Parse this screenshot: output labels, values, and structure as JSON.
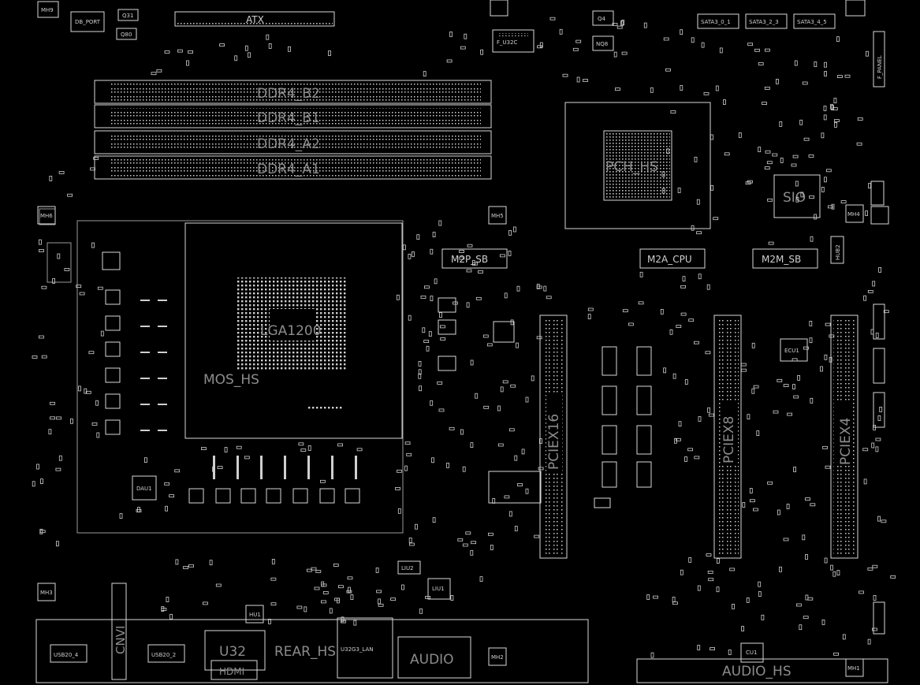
{
  "labels": {
    "atx": "ATX",
    "ddr4_b2": "DDR4_B2",
    "ddr4_b1": "DDR4_B1",
    "ddr4_a2": "DDR4_A2",
    "ddr4_a1": "DDR4_A1",
    "pch_hs": "PCH_HS",
    "sio": "SIO",
    "m2p_sb": "M2P_SB",
    "m2a_cpu": "M2A_CPU",
    "m2m_sb": "M2M_SB",
    "lga": "LGA1200",
    "mos_hs": "MOS_HS",
    "pciex16": "PCIEX16",
    "pciex8": "PCIEX8",
    "pciex4": "PCIEX4",
    "u32": "U32",
    "hdmi": "HDMI",
    "rear_hs": "REAR_HS",
    "audio": "AUDIO",
    "audio_hs": "AUDIO_HS",
    "ecu1": "ECU1",
    "dau1": "DAU1",
    "usb20_4": "USB20_4",
    "usb20_2": "USB20_2",
    "usb3_lan": "U32G3_LAN",
    "q4": "Q4",
    "q31": "Q31",
    "q80": "Q80",
    "nq8": "NQ8",
    "f_u32c": "F_U32C",
    "f_panel": "F_PANEL",
    "sata3_01": "SATA3_0_1",
    "sata3_23": "SATA3_2_3",
    "sata3_45": "SATA3_4_5",
    "mh6": "MH6",
    "mh5": "MH5",
    "mh4": "MH4",
    "mh3": "MH3",
    "mh2": "MH2",
    "mh1": "MH1",
    "mh9": "MH9",
    "db_port": "DB_PORT",
    "hub2": "HUB2",
    "cnv1": "CNVI",
    "liu1": "LIU1",
    "liu2": "LIU2",
    "hu1": "HU1",
    "cu1": "CU1"
  }
}
